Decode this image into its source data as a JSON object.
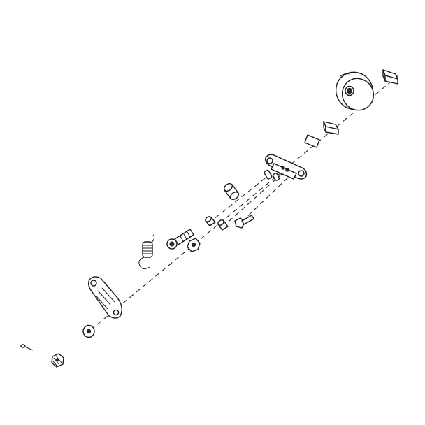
{
  "diagram": {
    "kind": "exploded-assembly",
    "colors": {
      "line": "#1a1a1a",
      "background": "#ffffff",
      "fill": "#ffffff"
    },
    "parts": [
      {
        "id": "key-top",
        "icon": "rectangular-key"
      },
      {
        "id": "pulley-hub",
        "icon": "flanged-pulley"
      },
      {
        "id": "key-middle",
        "icon": "rectangular-key"
      },
      {
        "id": "plate-spacer",
        "icon": "flat-plate"
      },
      {
        "id": "mounting-bracket",
        "icon": "bracket-with-studs"
      },
      {
        "id": "sleeve-bushing",
        "icon": "bushing"
      },
      {
        "id": "small-spacer-1",
        "icon": "spacer"
      },
      {
        "id": "small-spacer-2",
        "icon": "spacer"
      },
      {
        "id": "hex-bolt-short",
        "icon": "bolt"
      },
      {
        "id": "shoulder-bolt-long",
        "icon": "bolt"
      },
      {
        "id": "torsion-spring",
        "icon": "spring"
      },
      {
        "id": "lock-nut",
        "icon": "hex-nut"
      },
      {
        "id": "cam-plate",
        "icon": "cam-lever"
      },
      {
        "id": "flat-washer",
        "icon": "washer"
      },
      {
        "id": "cotter-pin",
        "icon": "pin"
      },
      {
        "id": "castle-nut",
        "icon": "hex-nut"
      }
    ]
  }
}
